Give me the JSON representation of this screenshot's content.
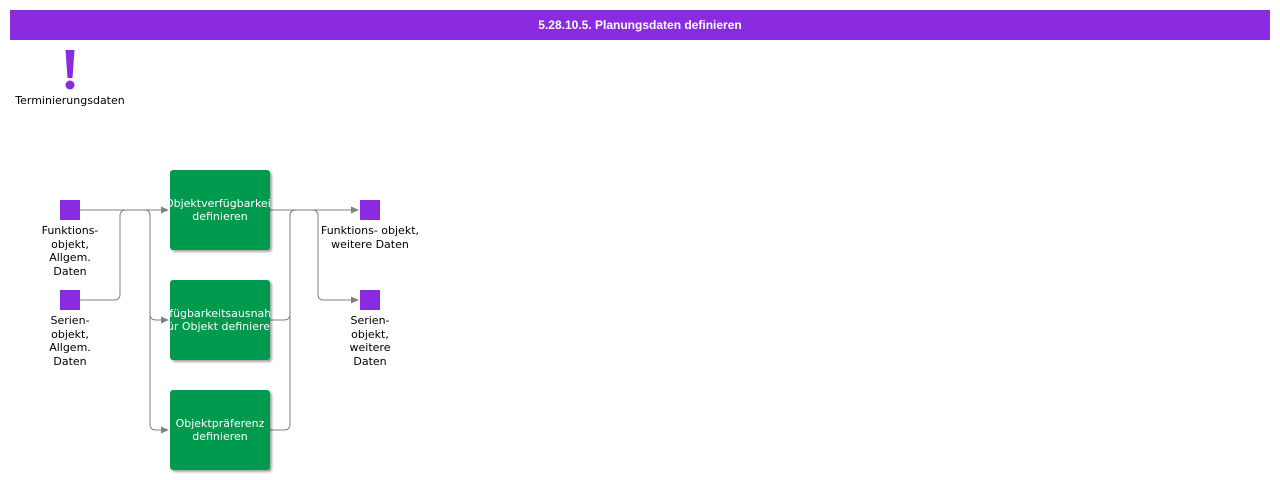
{
  "header": {
    "title": "5.28.10.5. Planungsdaten definieren"
  },
  "trigger": {
    "icon": "exclamation-icon",
    "label": "Terminierungsdaten"
  },
  "inputs": [
    {
      "lines": [
        "Funktions-",
        "objekt,",
        "Allgem.",
        "Daten"
      ]
    },
    {
      "lines": [
        "Serien-",
        "objekt,",
        "Allgem.",
        "Daten"
      ]
    }
  ],
  "functions": [
    {
      "lines": [
        "Objektverfügbarkeit",
        "definieren"
      ]
    },
    {
      "lines": [
        "Verfügbarkeitsausnahme",
        "für Objekt definieren"
      ]
    },
    {
      "lines": [
        "Objektpräferenz",
        "definieren"
      ]
    }
  ],
  "outputs": [
    {
      "lines": [
        "Funktions- objekt,",
        "weitere Daten"
      ]
    },
    {
      "lines": [
        "Serien-",
        "objekt,",
        "weitere",
        "Daten"
      ]
    }
  ],
  "colors": {
    "header": "#8a2be2",
    "data_object": "#8a2be2",
    "function": "#009a4e",
    "connector": "#808080"
  }
}
